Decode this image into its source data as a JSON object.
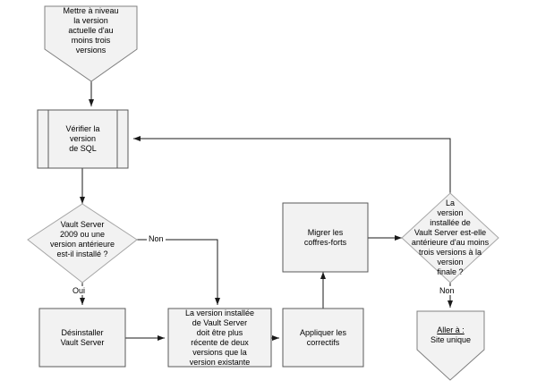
{
  "diagram": {
    "title": "Vault Server upgrade flowchart",
    "colors": {
      "shape_fill": "#f2f2f2",
      "shape_stroke": "#808080",
      "connector_stroke": "#1a1a1a",
      "text": "#000000",
      "background": "#ffffff"
    },
    "nodes": {
      "upgrade_start": {
        "shape": "pentagon-down",
        "label": "Mettre à niveau\nla version\nactuelle d'au\nmoins trois\nversions"
      },
      "check_sql": {
        "shape": "predefined-process",
        "label": "Vérifier la\nversion\nde SQL"
      },
      "vault2009_decision": {
        "shape": "diamond",
        "label": "Vault Server\n2009 ou une\nversion antérieure\nest-il installé ?"
      },
      "uninstall_vault": {
        "shape": "process",
        "label": "Désinstaller\nVault Server"
      },
      "version_requirement": {
        "shape": "process",
        "label": "La version installée\nde Vault Server\ndoit être plus\nrécente de deux\nversions que la\nversion existante"
      },
      "apply_patches": {
        "shape": "process",
        "label": "Appliquer les\ncorrectifs"
      },
      "migrate_vaults": {
        "shape": "process",
        "label": "Migrer les\ncoffres-forts"
      },
      "three_versions_decision": {
        "shape": "diamond",
        "label": "La\nversion\ninstallée de\nVault Server est-elle\nantérieure d'au moins\ntrois versions à la\nversion\nfinale ?"
      },
      "goto_single_site": {
        "shape": "pentagon-down",
        "label_line1": "Aller à :",
        "label_line2": "Site unique"
      }
    },
    "edge_labels": {
      "vault2009_no": "Non",
      "vault2009_yes": "Oui",
      "three_versions_no": "Non"
    }
  }
}
